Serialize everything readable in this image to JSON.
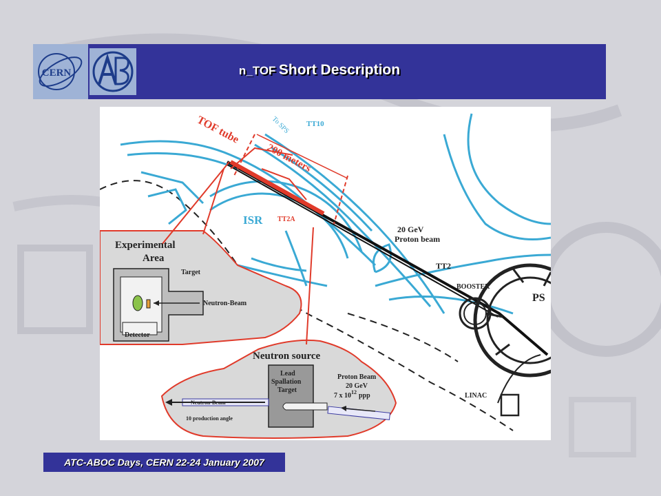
{
  "header": {
    "title_part1": "n_TOF",
    "title_part2": "Short Description",
    "logo_left_text": "CERN"
  },
  "diagram": {
    "labels": {
      "tof_tube": "TOF tube",
      "to_sps": "To SPS",
      "tt10": "TT10",
      "distance": "200 meters",
      "isr": "ISR",
      "tt2a": "TT2A",
      "proton_beam_energy": "20 GeV",
      "proton_beam": "Proton beam",
      "tt2": "TT2",
      "booster": "BOOSTER",
      "ps": "PS",
      "linac": "LINAC"
    },
    "experimental_area": {
      "title_line1": "Experimental",
      "title_line2": "Area",
      "target": "Target",
      "neutron_beam": "Neutron-Beam",
      "detector": "Detector"
    },
    "neutron_source": {
      "title": "Neutron source",
      "lead_line1": "Lead",
      "lead_line2": "Spallation",
      "lead_line3": "Target",
      "proton_beam": "Proton Beam",
      "energy": "20 GeV",
      "intensity_base": "7 x 10",
      "intensity_exp": "12",
      "intensity_unit": "ppp",
      "neutron_beam": "Neutron-Beam",
      "angle": "10 production angle"
    }
  },
  "footer": {
    "text": "ATC-ABOC Days, CERN 22-24 January 2007"
  },
  "colors": {
    "header_bg": "#333399",
    "beamline": "#3aa9d4",
    "tof_red": "#e03a2a",
    "callout_fill": "#d9d9d9"
  }
}
